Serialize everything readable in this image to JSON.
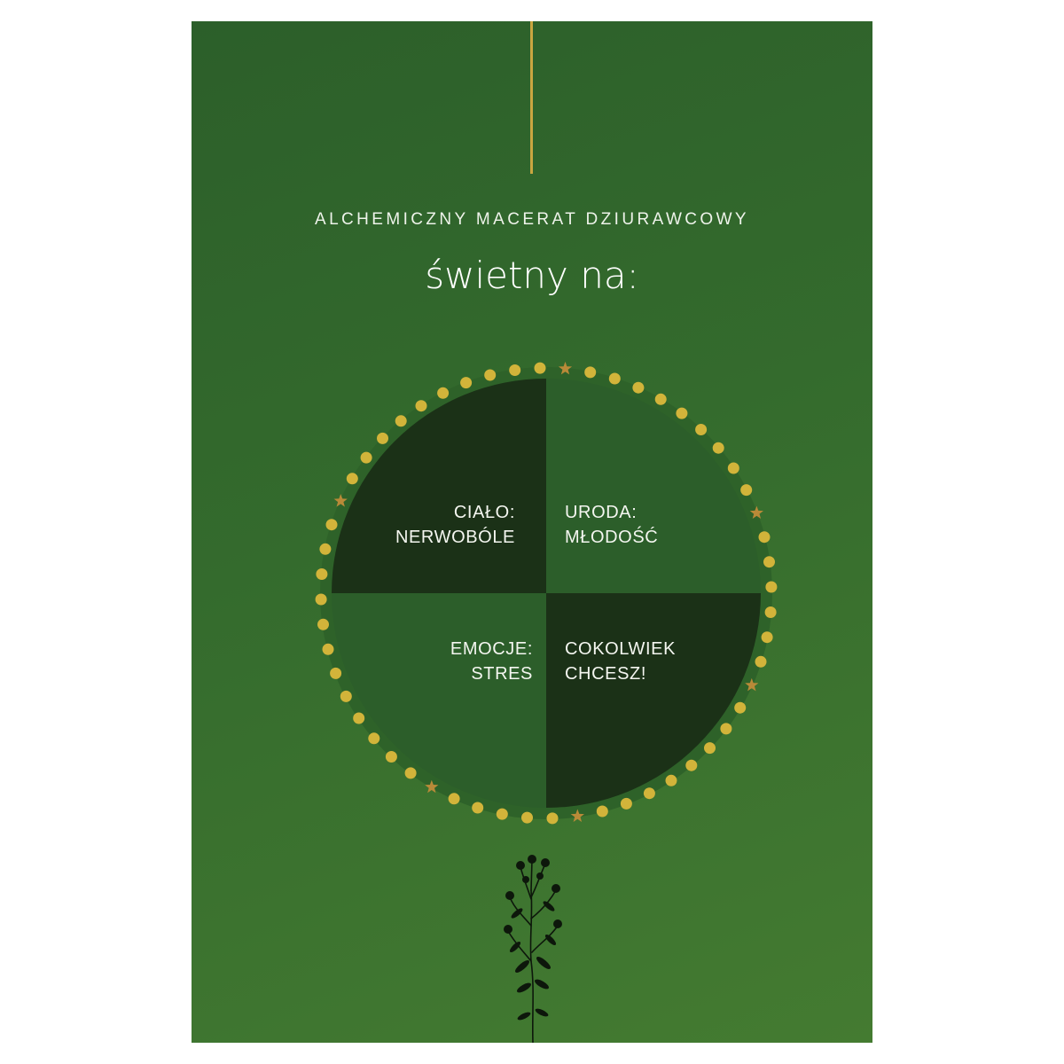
{
  "poster": {
    "subtitle": "ALCHEMICZNY MACERAT DZIURAWCOWY",
    "headline": "świetny na:",
    "colors": {
      "background_top": "#2c5f2a",
      "background_bottom": "#447b31",
      "quadrant_dark": "#1b3117",
      "quadrant_light": "#2c5e2a",
      "gold": "#c9a640",
      "text": "#ffffff"
    },
    "quadrants": [
      {
        "position": "top-left",
        "line1": "CIAŁO:",
        "line2": "NERWOBÓLE"
      },
      {
        "position": "top-right",
        "line1": "URODA:",
        "line2": "MŁODOŚĆ"
      },
      {
        "position": "bottom-left",
        "line1": "EMOCJE:",
        "line2": "STRES"
      },
      {
        "position": "bottom-right",
        "line1": "COKOLWIEK",
        "line2": "CHCESZ!"
      }
    ],
    "decorations": {
      "ring": "gold-dots-ring",
      "stars": "star-icon",
      "illustration": "st-johns-wort-herb-icon"
    }
  }
}
